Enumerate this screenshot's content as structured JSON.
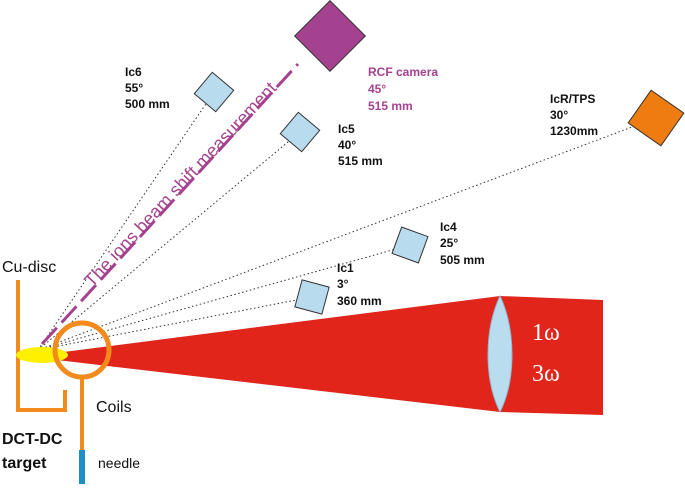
{
  "colors": {
    "laser": "#e1251b",
    "lens": "#b9dcee",
    "detector": "#b8dcee",
    "rcf": "#a5428f",
    "tps": "#ee7c11",
    "target": "#f28a1c",
    "plasma": "#fff000",
    "needle": "#1c8fc6",
    "lines": "#333333"
  },
  "detectors": [
    {
      "id": "ic6",
      "name": "Ic6",
      "angle": "55°",
      "distance": "500 mm"
    },
    {
      "id": "ic5",
      "name": "Ic5",
      "angle": "40°",
      "distance": "515 mm"
    },
    {
      "id": "ic4",
      "name": "Ic4",
      "angle": "25°",
      "distance": "505 mm"
    },
    {
      "id": "ic1",
      "name": "Ic1",
      "angle": "3°",
      "distance": "360 mm"
    },
    {
      "id": "icr",
      "name": "IcR/TPS",
      "angle": "30°",
      "distance": "1230mm"
    }
  ],
  "rcf": {
    "name": "RCF camera",
    "angle": "45°",
    "distance": "515 mm"
  },
  "beam_shift_label": "The ions beam shift measurement",
  "laser": {
    "harmonic1": "1ω",
    "harmonic3": "3ω"
  },
  "labels": {
    "cu_disc": "Cu-disc",
    "coils": "Coils",
    "target_line1": "DCT-DC",
    "target_line2": "target",
    "needle": "needle"
  }
}
